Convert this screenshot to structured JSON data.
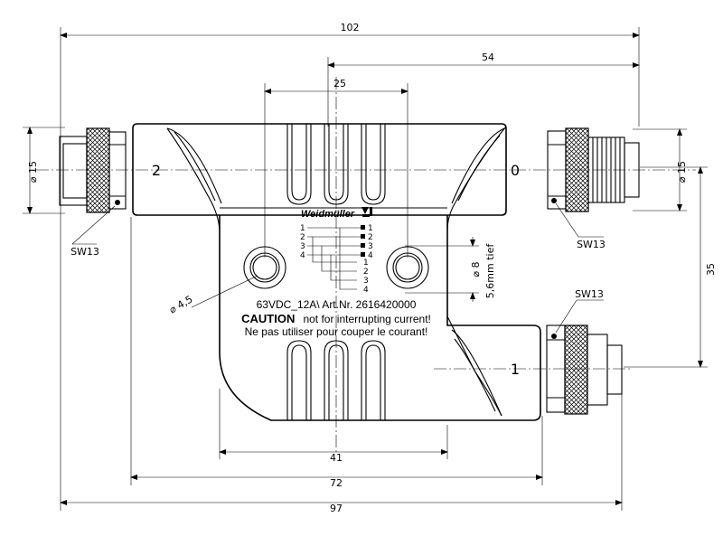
{
  "dimensions": {
    "overall_width": "102",
    "right_offset": "54",
    "hole_spacing": "25",
    "height_offset": "35",
    "base_width": "41",
    "body_width": "72",
    "total_length": "97"
  },
  "labels": {
    "thread_left": "⌀ 15",
    "thread_right": "⌀ 15",
    "wrench_left": "SW13",
    "wrench_right_top": "SW13",
    "wrench_right_bottom": "SW13",
    "hole_diameter": "⌀ 4,5",
    "counterbore_diameter": "⌀ 8",
    "counterbore_depth": "5,6mm tief",
    "port_left": "2",
    "port_right_top": "0",
    "port_bottom": "1"
  },
  "label_plate": {
    "brand": "Weidmüller",
    "rating": "63VDC_12A\\ Art.Nr. 2616420000",
    "caution_word": "CAUTION",
    "caution_rest": "not for interrupting current!",
    "french": "Ne pas utiliser pour couper le courant!",
    "pins_left": [
      "1",
      "2",
      "3",
      "4"
    ],
    "pins_right": [
      "1",
      "2",
      "3",
      "4"
    ],
    "pins_bottom": [
      "1",
      "2",
      "3",
      "4"
    ]
  }
}
